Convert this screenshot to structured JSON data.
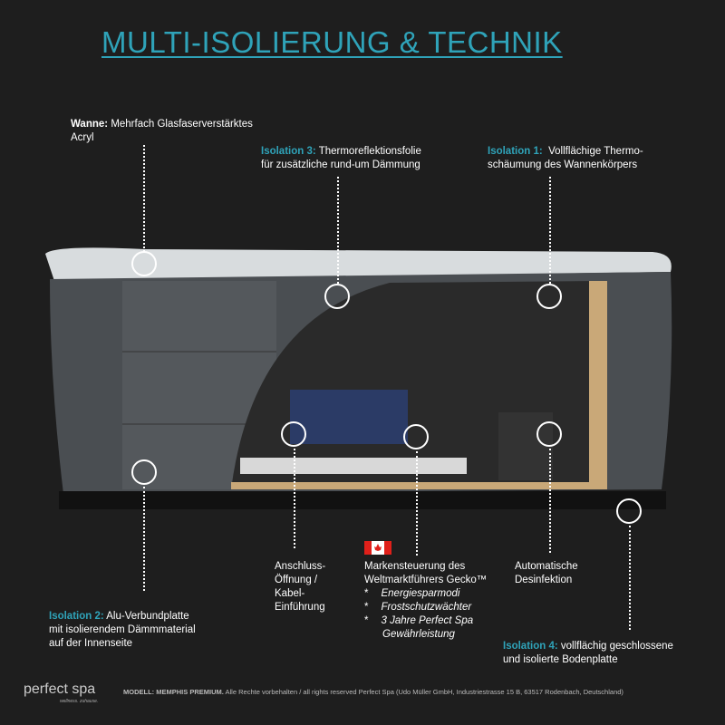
{
  "title": "MULTI-ISOLIERUNG & TECHNIK",
  "wanne": {
    "head": "Wanne:",
    "text1": "Mehrfach Glasfaserverstärktes",
    "text2": "Acryl"
  },
  "iso3": {
    "head": "Isolation 3:",
    "text1": "Thermoreflektionsfolie",
    "text2": "für zusätzliche rund-um Dämmung"
  },
  "iso1": {
    "head": "Isolation 1:",
    "text1": "Vollflächige Thermo-",
    "text2": "schäumung des Wannenkörpers"
  },
  "iso2": {
    "head": "Isolation 2:",
    "text1": "Alu-Verbundplatte",
    "text2": "mit isolierendem Dämmmaterial",
    "text3": "auf der Innenseite"
  },
  "anschluss": [
    "Anschluss-",
    "Öffnung /",
    "Kabel-",
    "Einführung"
  ],
  "gecko": {
    "line1": "Markensteuerung des",
    "line2": "Weltmarktführers Gecko™",
    "bullets": [
      "Energiesparmodi",
      "Frostschutzwächter",
      "3 Jahre Perfect Spa",
      "Gewährleistung"
    ],
    "bullet_char": "*"
  },
  "desinfektion": [
    "Automatische",
    "Desinfektion"
  ],
  "iso4": {
    "head": "Isolation 4:",
    "text1": "vollflächig geschlossene",
    "text2": "und isolierte Bodenplatte"
  },
  "footer": {
    "bold": "MODELL: MEMPHIS PREMIUM.",
    "text": "Alle Rechte vorbehalten / all rights reserved Perfect Spa (Udo Müller GmbH, Industriestrasse 15 B, 63517 Rodenbach, Deutschland)"
  },
  "logo": {
    "name": "perfect spa",
    "tagline": "wellness. zuhause."
  },
  "colors": {
    "accent": "#2fa3b9",
    "background": "#1e1e1e"
  }
}
